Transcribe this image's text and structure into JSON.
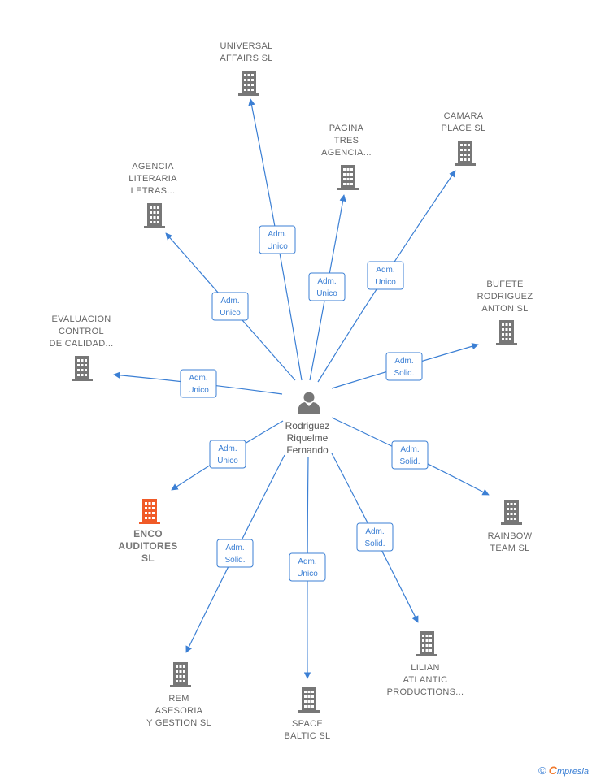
{
  "center": {
    "name_lines": [
      "Rodriguez",
      "Riquelme",
      "Fernando"
    ],
    "icon": "person-icon",
    "color": "#777777"
  },
  "colors": {
    "edge": "#3b7fd4",
    "building": "#777777",
    "highlight": "#f05a28"
  },
  "nodes": [
    {
      "id": "universal",
      "lines": [
        "UNIVERSAL",
        "AFFAIRS  SL"
      ],
      "role": [
        "Adm.",
        "Unico"
      ],
      "highlight": false
    },
    {
      "id": "pagina",
      "lines": [
        "PAGINA",
        "TRES",
        "AGENCIA..."
      ],
      "role": [
        "Adm.",
        "Unico"
      ],
      "highlight": false
    },
    {
      "id": "camara",
      "lines": [
        "CAMARA",
        "PLACE  SL"
      ],
      "role": [
        "Adm.",
        "Unico"
      ],
      "highlight": false
    },
    {
      "id": "agencia",
      "lines": [
        "AGENCIA",
        "LITERARIA",
        "LETRAS..."
      ],
      "role": [
        "Adm.",
        "Unico"
      ],
      "highlight": false
    },
    {
      "id": "bufete",
      "lines": [
        "BUFETE",
        "RODRIGUEZ",
        "ANTON  SL"
      ],
      "role": [
        "Adm.",
        "Solid."
      ],
      "highlight": false
    },
    {
      "id": "evaluacion",
      "lines": [
        "EVALUACION",
        "CONTROL",
        "DE CALIDAD..."
      ],
      "role": [
        "Adm.",
        "Unico"
      ],
      "highlight": false
    },
    {
      "id": "enco",
      "lines": [
        "ENCO",
        "AUDITORES",
        "SL"
      ],
      "role": [
        "Adm.",
        "Unico"
      ],
      "highlight": true
    },
    {
      "id": "rainbow",
      "lines": [
        "RAINBOW",
        "TEAM  SL"
      ],
      "role": [
        "Adm.",
        "Solid."
      ],
      "highlight": false
    },
    {
      "id": "rem",
      "lines": [
        "REM",
        "ASESORIA",
        "Y GESTION  SL"
      ],
      "role": [
        "Adm.",
        "Solid."
      ],
      "highlight": false
    },
    {
      "id": "space",
      "lines": [
        "SPACE",
        "BALTIC  SL"
      ],
      "role": [
        "Adm.",
        "Unico"
      ],
      "highlight": false
    },
    {
      "id": "lilian",
      "lines": [
        "LILIAN",
        "ATLANTIC",
        "PRODUCTIONS..."
      ],
      "role": [
        "Adm.",
        "Solid."
      ],
      "highlight": false
    }
  ],
  "footer": {
    "copyright": "©",
    "brand_initial": "C",
    "brand_rest": "mpresia"
  }
}
